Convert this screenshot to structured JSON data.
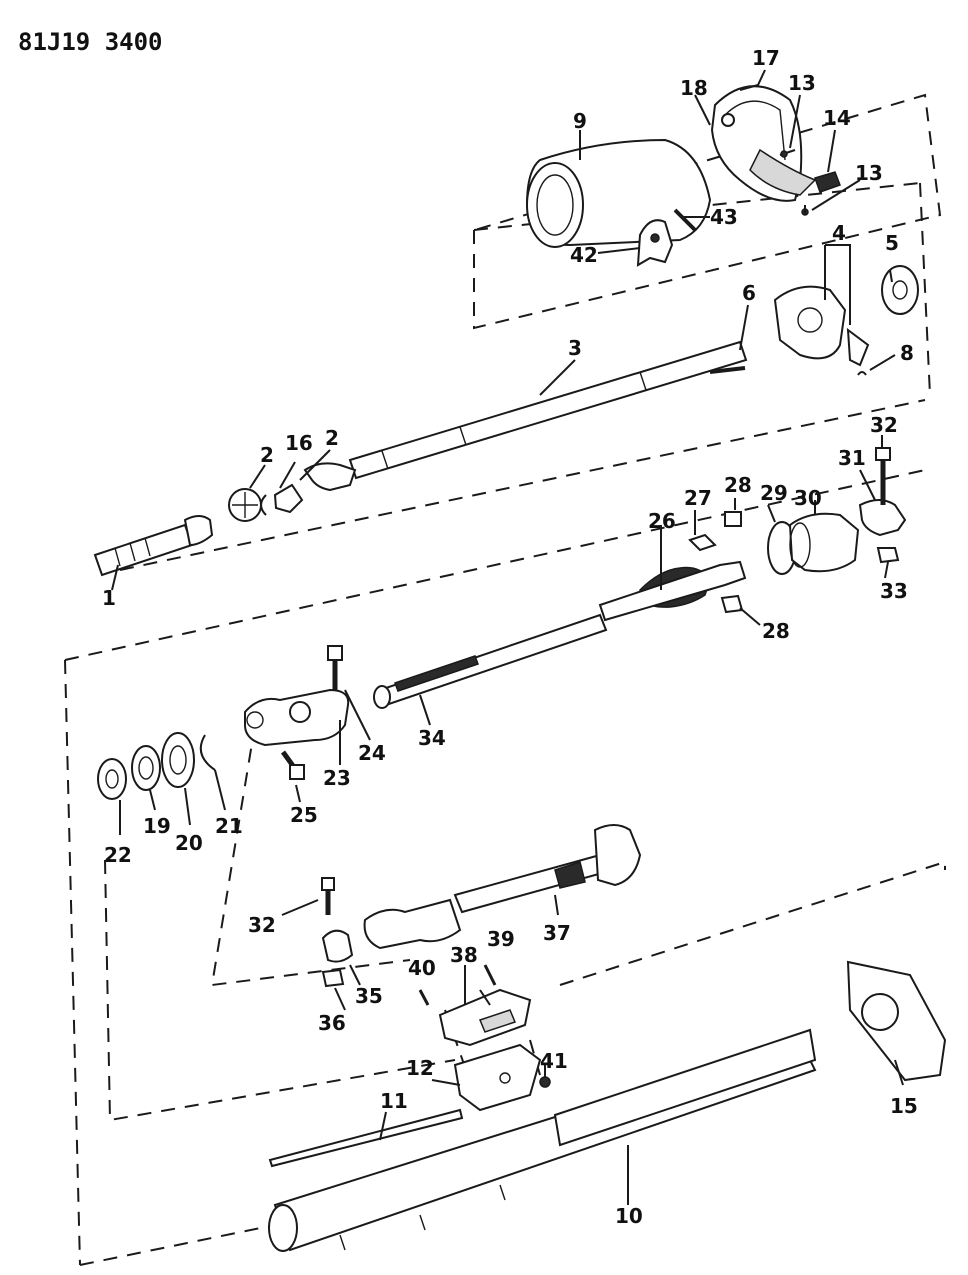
{
  "figure_id": "81J19 3400",
  "labels": {
    "l1": "1",
    "l2a": "2",
    "l2b": "2",
    "l3": "3",
    "l4": "4",
    "l5": "5",
    "l6": "6",
    "l8": "8",
    "l9": "9",
    "l10": "10",
    "l11": "11",
    "l12": "12",
    "l13a": "13",
    "l13b": "13",
    "l14": "14",
    "l15": "15",
    "l16": "16",
    "l17": "17",
    "l18": "18",
    "l19": "19",
    "l20": "20",
    "l21": "21",
    "l22": "22",
    "l23": "23",
    "l24": "24",
    "l25": "25",
    "l26": "26",
    "l27": "27",
    "l28a": "28",
    "l28b": "28",
    "l29": "29",
    "l30": "30",
    "l31": "31",
    "l32a": "32",
    "l32b": "32",
    "l33": "33",
    "l34": "34",
    "l35": "35",
    "l36": "36",
    "l37": "37",
    "l38": "38",
    "l39": "39",
    "l40": "40",
    "l41": "41",
    "l42": "42",
    "l43": "43"
  }
}
